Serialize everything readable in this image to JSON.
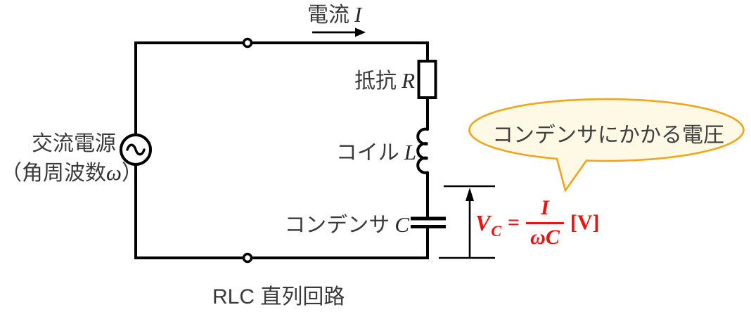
{
  "colors": {
    "wire": "#000000",
    "label_text": "#3a3a3a",
    "math_text": "#26262e",
    "formula_red": "#f2100c",
    "callout_border": "#f0a41e",
    "callout_fill": "#fdf9e5"
  },
  "circuit": {
    "current_label": "電流",
    "current_symbol": "I",
    "resistor_label": "抵抗",
    "resistor_symbol": "R",
    "inductor_label": "コイル",
    "inductor_symbol": "L",
    "capacitor_label": "コンデンサ",
    "capacitor_symbol": "C",
    "source_label": "交流電源",
    "source_sub_open": "（角周波数",
    "source_omega": "ω",
    "source_sub_close": "）"
  },
  "callout": {
    "text": "コンデンサにかかる電圧"
  },
  "formula": {
    "lhs_var": "V",
    "lhs_sub": "C",
    "equals": "=",
    "numerator": "I",
    "denominator": "ωC",
    "unit": "[V]"
  },
  "caption": "RLC 直列回路"
}
